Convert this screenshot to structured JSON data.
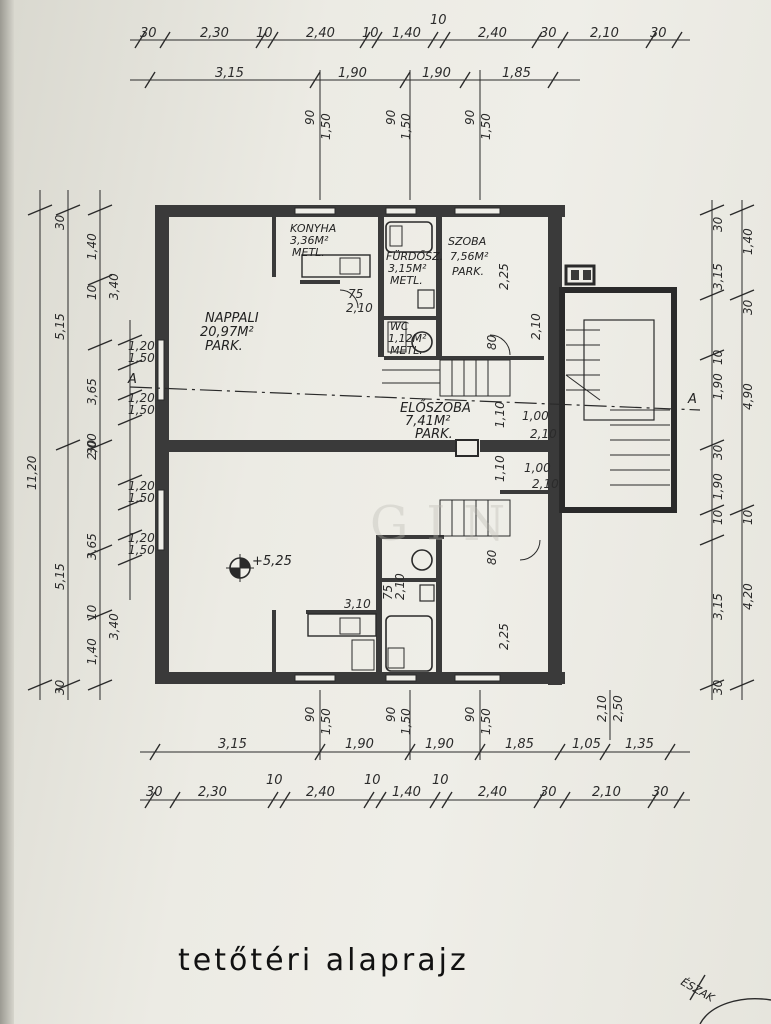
{
  "title": "tetőtéri alaprajz",
  "north_label": "ÉSZAK",
  "watermark": "GIN",
  "rooms": {
    "living": {
      "name": "NAPPALI",
      "area": "20,97M²",
      "floor": "PARK."
    },
    "kitchen": {
      "name": "KONYHA",
      "area": "3,36M²",
      "floor": "METL."
    },
    "bath": {
      "name": "FÜRDŐSZ.",
      "area": "3,15M²",
      "floor": "METL."
    },
    "room": {
      "name": "SZOBA",
      "area": "7,56M²",
      "floor": "PARK."
    },
    "wc": {
      "name": "WC",
      "area": "1,12M²",
      "floor": "METL."
    },
    "hall": {
      "name": "ELŐSZOBA",
      "area": "7,41M²",
      "floor": "PARK."
    }
  },
  "level_mark": "+5,25",
  "section_mark": "A",
  "dims_top_1": [
    "30",
    "2,30",
    "10",
    "2,40",
    "10",
    "1,40",
    "10",
    "2,40",
    "30",
    "2,10",
    "30"
  ],
  "dims_top_2": [
    "3,15",
    "1,90",
    "1,90",
    "1,85"
  ],
  "dims_top_openings": [
    "90",
    "1,50",
    "90",
    "1,50",
    "90",
    "1,50"
  ],
  "dims_bottom_openings": [
    "90",
    "1,50",
    "90",
    "1,50",
    "90",
    "1,50"
  ],
  "dims_bottom_2": [
    "3,15",
    "1,90",
    "1,90",
    "1,85",
    "1,05",
    "1,35"
  ],
  "dims_bottom_1": [
    "30",
    "2,30",
    "10",
    "2,40",
    "10",
    "1,40",
    "10",
    "2,40",
    "30",
    "2,10",
    "30"
  ],
  "dims_left_outer": [
    "11,20"
  ],
  "dims_left_mid": [
    "5,15",
    "3,65",
    "2,00",
    "3,65",
    "5,15"
  ],
  "dims_left_inner": [
    "30",
    "1,40",
    "10",
    "3,40",
    "1,20",
    "1,50",
    "1,20",
    "1,50",
    "30",
    "1,20",
    "1,50",
    "1,20",
    "1,50",
    "3,40",
    "10",
    "1,40",
    "30"
  ],
  "dims_right": [
    "30",
    "1,40",
    "3,15",
    "30",
    "10",
    "1,90",
    "4,90",
    "30",
    "1,90",
    "10",
    "10",
    "3,15",
    "4,20",
    "30"
  ],
  "dims_bottom_vert": [
    "2,10",
    "2,50"
  ],
  "dims_inner": [
    "1,00",
    "2,10",
    "1,00",
    "2,10",
    "1,10",
    "80",
    "1,10",
    "80",
    "2,25",
    "2,25",
    "75",
    "2,10",
    "75",
    "2,10",
    "2,10",
    "3,10"
  ]
}
